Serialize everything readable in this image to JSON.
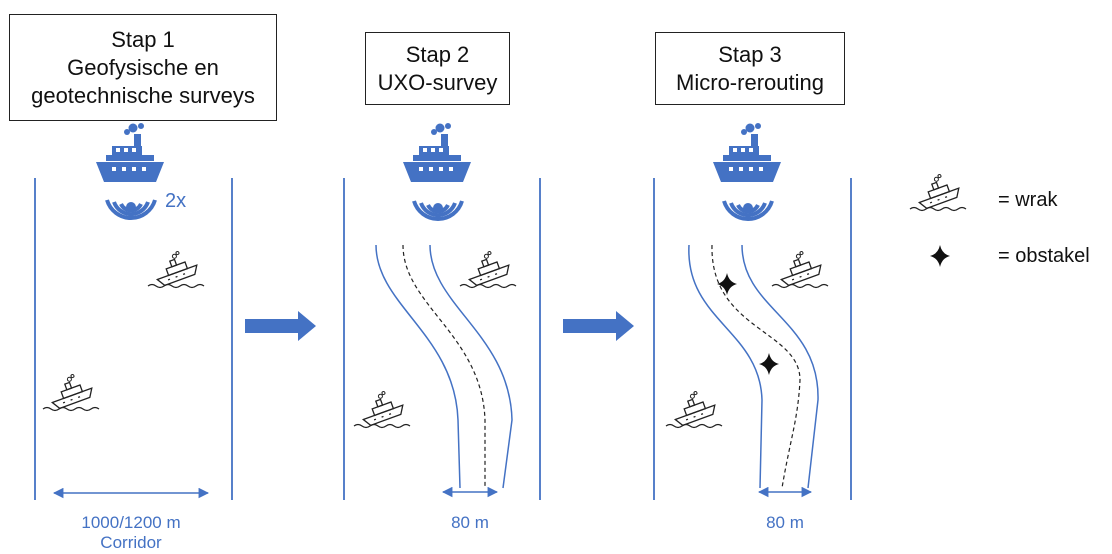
{
  "steps": [
    {
      "title": "Stap 1",
      "line2": "Geofysische en",
      "line3": "geotechnische surveys"
    },
    {
      "title": "Stap 2",
      "line2": "UXO-survey"
    },
    {
      "title": "Stap 3",
      "line2": "Micro-rerouting"
    }
  ],
  "repeat_label": "2x",
  "corridor": {
    "width": "1000/1200 m",
    "name": "Corridor"
  },
  "route_width_2": "80 m",
  "route_width_3": "80 m",
  "legend": {
    "wreck": "= wrak",
    "obstacle": "= obstakel"
  },
  "colors": {
    "accent": "#4472c4",
    "line": "#4472c4",
    "text": "#111111"
  }
}
